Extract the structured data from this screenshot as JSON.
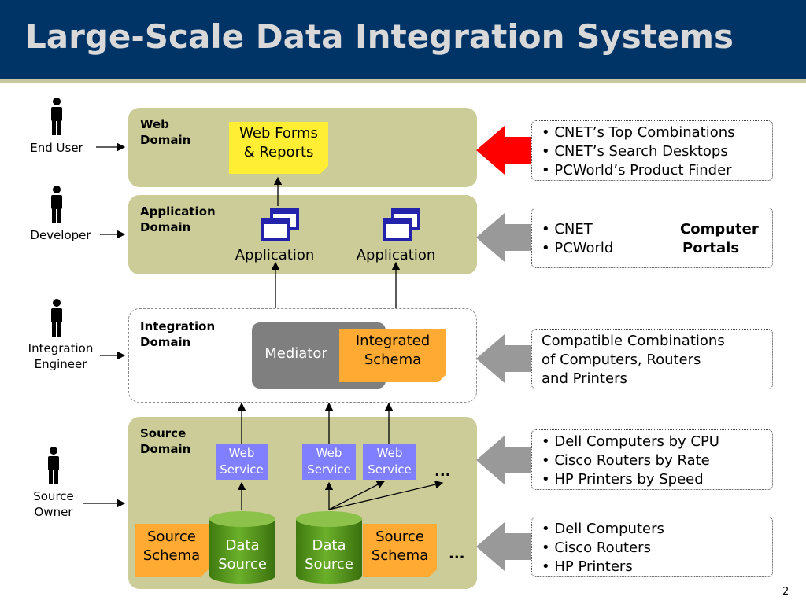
{
  "title": "Large-Scale Data Integration Systems",
  "slide_number": "2",
  "roles": [
    {
      "label": "End User"
    },
    {
      "label": "Developer"
    },
    {
      "label": "Integration\nEngineer"
    },
    {
      "label": "Source\nOwner"
    }
  ],
  "domains": {
    "web": "Web\nDomain",
    "application": "Application\nDomain",
    "integration": "Integration\nDomain",
    "source": "Source\nDomain"
  },
  "web_forms": "Web Forms\n& Reports",
  "applications": [
    "Application",
    "Application"
  ],
  "mediator": "Mediator",
  "integrated_schema": "Integrated\nSchema",
  "web_services": [
    "Web\nService",
    "Web\nService",
    "Web\nService"
  ],
  "ellipsis": "...",
  "source_schemas": [
    "Source\nSchema",
    "Source\nSchema"
  ],
  "data_sources": [
    "Data\nSource",
    "Data\nSource"
  ],
  "notes": {
    "web": [
      "• CNET’s Top Combinations",
      "• CNET’s Search Desktops",
      "• PCWorld’s Product Finder"
    ],
    "application": {
      "items": [
        "• CNET",
        "• PCWorld"
      ],
      "side_label": [
        "Computer",
        "Portals"
      ]
    },
    "integration": [
      "Compatible Combinations",
      "of Computers, Routers",
      "and Printers"
    ],
    "source_services": [
      "• Dell Computers by CPU",
      "• Cisco Routers by Rate",
      "• HP Printers by Speed"
    ],
    "source_data": [
      "• Dell Computers",
      "• Cisco Routers",
      "• HP Printers"
    ]
  },
  "colors": {
    "title_bar": "#003366",
    "domain_fill": "#cccc99",
    "highlight_arrow": "#ff0000",
    "gray_arrow": "#999999",
    "web_service": "#7f7fff",
    "cylinder": "#5f9e1f"
  }
}
